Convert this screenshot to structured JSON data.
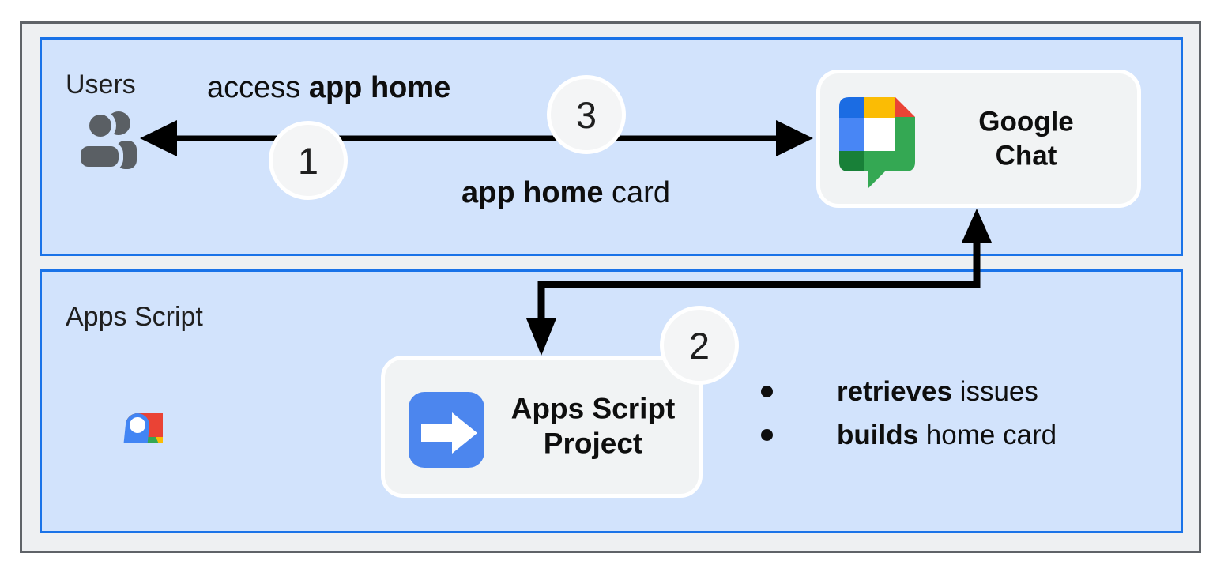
{
  "lanes": {
    "users": {
      "label": "Users"
    },
    "apps_script": {
      "label": "Apps Script"
    }
  },
  "nodes": {
    "google_chat": {
      "line1": "Google",
      "line2": "Chat"
    },
    "apps_script_project": {
      "line1": "Apps Script",
      "line2": "Project"
    }
  },
  "top_arrow": {
    "label_above": {
      "normal": "access ",
      "bold": "app home"
    },
    "label_below": {
      "bold": "app home",
      "normal": " card"
    }
  },
  "steps": {
    "one": "1",
    "two": "2",
    "three": "3"
  },
  "bullets": [
    {
      "bold": "retrieves",
      "rest": " issues"
    },
    {
      "bold": "builds",
      "rest": " home card"
    }
  ],
  "colors": {
    "lane_fill": "#d2e3fc",
    "lane_border": "#1a73e8",
    "frame_fill": "#eef0f2",
    "frame_border": "#5f6368",
    "node_fill": "#f1f3f4",
    "node_border": "#ffffff",
    "connector": "#000000",
    "users_icon_gray": "#5a5f64",
    "google_blue": "#4285f4",
    "google_red": "#ea4335",
    "google_yellow": "#fbbc04",
    "google_green": "#34a853",
    "google_dark_green": "#188038",
    "google_dark_blue": "#1b6ce3"
  }
}
